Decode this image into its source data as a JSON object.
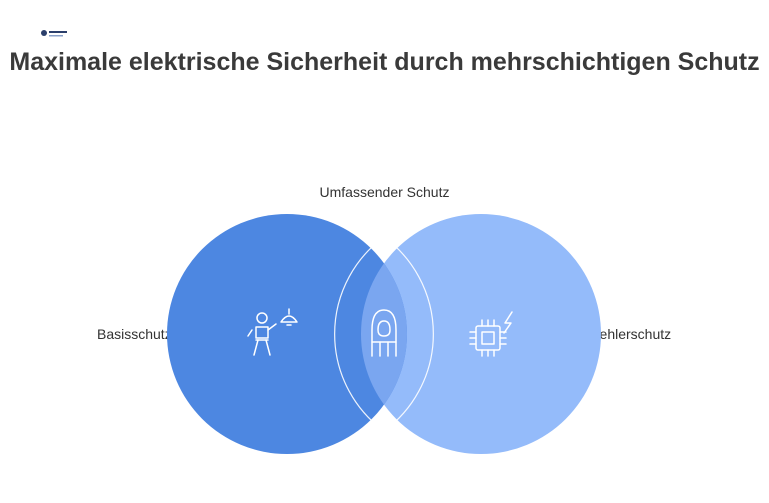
{
  "title": "Maximale elektrische Sicherheit durch mehrschichtigen Schutz",
  "labels": {
    "top": "Umfassender Schutz",
    "left": "Basisschutz",
    "right": "Fehlerschutz"
  },
  "circles": [
    {
      "name": "Basisschutz",
      "color": "#4d87e1",
      "icon": "child-lamp-icon"
    },
    {
      "name": "Fehlerschutz",
      "color": "#94bbfa",
      "icon": "chip-lightning-icon"
    }
  ],
  "intersection": {
    "name": "Umfassender Schutz",
    "color": "#7aa6f0",
    "icon": "hooded-figure-icon"
  },
  "logo": {
    "icon": "brand-logo-icon"
  }
}
